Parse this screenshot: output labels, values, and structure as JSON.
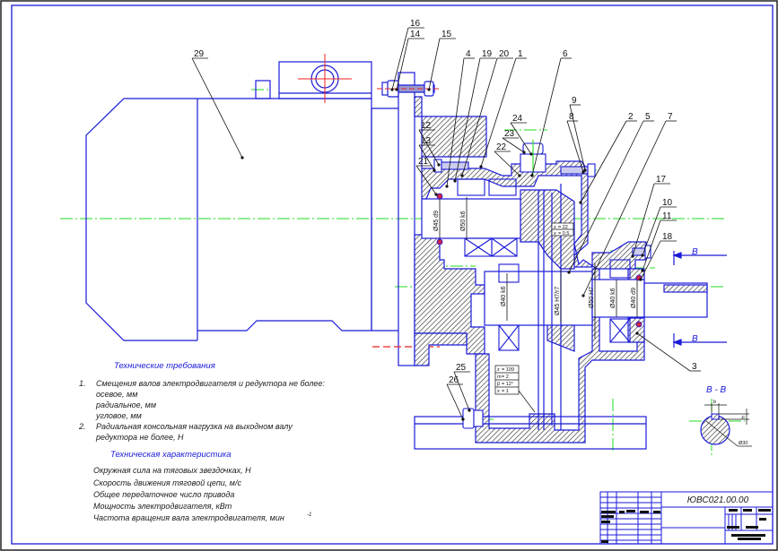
{
  "drawing": {
    "designation": "ЮВС021.00.00",
    "colors": {
      "outline": "#1a1ad8",
      "axis": "#22dd22",
      "hidden": "#ee2222",
      "leader": "#111111",
      "background": "#ffffff"
    }
  },
  "tech_requirements": {
    "title": "Технические требования",
    "items": [
      {
        "num": "1.",
        "text": "Смещения валов электродвигателя и редуктора не более:"
      },
      {
        "num": "",
        "text": "осевое, мм"
      },
      {
        "num": "",
        "text": "радиальное, мм"
      },
      {
        "num": "",
        "text": "угловое, мм"
      },
      {
        "num": "2.",
        "text": "Радиальная консольная нагрузка на выходном валу"
      },
      {
        "num": "",
        "text": "редуктора не более, Н"
      }
    ]
  },
  "tech_characteristics": {
    "title": "Техническая характеристика",
    "items": [
      "Окружная сила на тяговых звездочках, Н",
      "Скорость движения тяговой цепи, м/с",
      "Общее передаточное число привода",
      "Мощность электродвигателя, кВт",
      "Частота вращения вала электродвигателя, мин"
    ],
    "last_superscript": "-1"
  },
  "part_labels": [
    "29",
    "16",
    "14",
    "15",
    "4",
    "19",
    "20",
    "1",
    "6",
    "9",
    "8",
    "2",
    "5",
    "7",
    "12",
    "13",
    "21",
    "24",
    "23",
    "22",
    "17",
    "10",
    "11",
    "18",
    "3",
    "25",
    "26"
  ],
  "dimensions": {
    "input_shaft_1": "Ø45 d9",
    "input_shaft_2": "Ø50 k6",
    "mid_bearing": "Ø40 k6",
    "gear_fit": "Ø45 H7/r7",
    "housing_bore": "Ø50 H7",
    "out_bearing": "Ø40 k6",
    "out_seal": "Ø40 d9"
  },
  "gear_tables": {
    "pinion": [
      {
        "param": "z",
        "value": "= 22"
      },
      {
        "param": "x",
        "value": "= 0.5"
      }
    ],
    "wheel": [
      {
        "param": "z",
        "value": "= 109"
      },
      {
        "param": "m",
        "value": "= 2"
      },
      {
        "param": "β",
        "value": "= 12°"
      },
      {
        "param": "x",
        "value": "= 1"
      }
    ]
  },
  "section": {
    "marker": "B",
    "title": "B - B",
    "dim_width": "b",
    "dim_height": "h",
    "dim_dia": "Ø30"
  }
}
